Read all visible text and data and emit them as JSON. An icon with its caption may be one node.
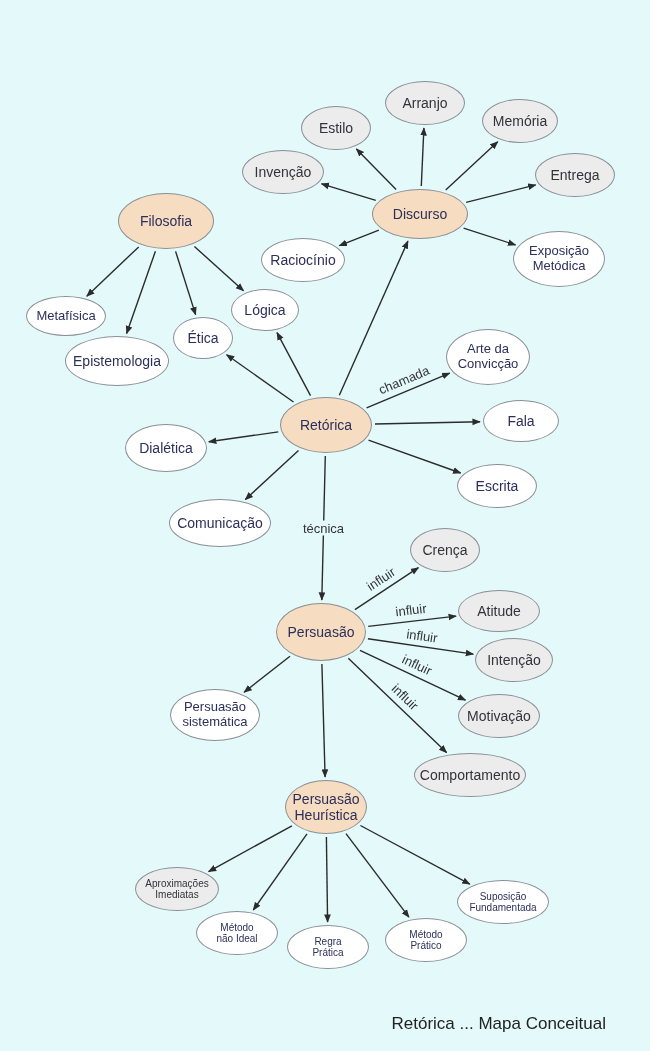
{
  "diagram": {
    "caption": "Retórica ... Mapa Conceitual",
    "nodes": [
      {
        "text": [
          "Discurso"
        ]
      },
      {
        "text": [
          "Arranjo"
        ]
      },
      {
        "text": [
          "Estilo"
        ]
      },
      {
        "text": [
          "Memória"
        ]
      },
      {
        "text": [
          "Invenção"
        ]
      },
      {
        "text": [
          "Entrega"
        ]
      },
      {
        "text": [
          "Raciocínio"
        ]
      },
      {
        "text": [
          "Exposição Metódica"
        ]
      },
      {
        "text": [
          "Filosofia"
        ]
      },
      {
        "text": [
          "Metafísica"
        ]
      },
      {
        "text": [
          "Epistemologia"
        ]
      },
      {
        "text": [
          "Ética"
        ]
      },
      {
        "text": [
          "Lógica"
        ]
      },
      {
        "text": [
          "Retórica"
        ]
      },
      {
        "text": [
          "Arte da Convicção"
        ]
      },
      {
        "text": [
          "Fala"
        ]
      },
      {
        "text": [
          "Escrita"
        ]
      },
      {
        "text": [
          "Dialética"
        ]
      },
      {
        "text": [
          "Comunicação"
        ]
      },
      {
        "text": [
          "Persuasão"
        ]
      },
      {
        "text": [
          "Crença"
        ]
      },
      {
        "text": [
          "Atitude"
        ]
      },
      {
        "text": [
          "Intenção"
        ]
      },
      {
        "text": [
          "Motivação"
        ]
      },
      {
        "text": [
          "Comportamento"
        ]
      },
      {
        "text": [
          "Persuasão sistemática"
        ]
      },
      {
        "text": [
          "Persuasão Heurística"
        ]
      },
      {
        "text": [
          "Aproximações Imediatas"
        ]
      },
      {
        "text": [
          "Método não Ideal"
        ]
      },
      {
        "text": [
          "Regra Prática"
        ]
      },
      {
        "text": [
          "Método Prático"
        ]
      },
      {
        "text": [
          "Suposição Fundamentada"
        ]
      }
    ],
    "edges": [
      {
        "from": 0,
        "to": 1,
        "arrow": "to"
      },
      {
        "from": 0,
        "to": 2,
        "arrow": "to"
      },
      {
        "from": 0,
        "to": 3,
        "arrow": "to"
      },
      {
        "from": 0,
        "to": 4,
        "arrow": "to"
      },
      {
        "from": 0,
        "to": 5,
        "arrow": "to"
      },
      {
        "from": 0,
        "to": 6,
        "arrow": "to"
      },
      {
        "from": 0,
        "to": 7,
        "arrow": "to"
      },
      {
        "from": 8,
        "to": 9,
        "arrow": "to"
      },
      {
        "from": 8,
        "to": 10,
        "arrow": "to"
      },
      {
        "from": 8,
        "to": 11,
        "arrow": "to"
      },
      {
        "from": 8,
        "to": 12,
        "arrow": "to"
      },
      {
        "from": 13,
        "to": 0,
        "arrow": "to"
      },
      {
        "from": 13,
        "to": 11,
        "arrow": "to"
      },
      {
        "from": 13,
        "to": 12,
        "arrow": "to"
      },
      {
        "from": 13,
        "to": 14,
        "arrow": "to",
        "label": "chamada"
      },
      {
        "from": 13,
        "to": 15,
        "arrow": "to"
      },
      {
        "from": 13,
        "to": 16,
        "arrow": "to"
      },
      {
        "from": 13,
        "to": 17,
        "arrow": "to"
      },
      {
        "from": 13,
        "to": 18,
        "arrow": "to"
      },
      {
        "from": 13,
        "to": 19,
        "arrow": "to",
        "label": "técnica"
      },
      {
        "from": 19,
        "to": 20,
        "arrow": "to",
        "label": "influir"
      },
      {
        "from": 19,
        "to": 21,
        "arrow": "to",
        "label": "influir"
      },
      {
        "from": 19,
        "to": 22,
        "arrow": "to",
        "label": "influir"
      },
      {
        "from": 19,
        "to": 23,
        "arrow": "to",
        "label": "influir"
      },
      {
        "from": 19,
        "to": 24,
        "arrow": "to",
        "label": "influir"
      },
      {
        "from": 19,
        "to": 25,
        "arrow": "to"
      },
      {
        "from": 19,
        "to": 26,
        "arrow": "to"
      },
      {
        "from": 26,
        "to": 27,
        "arrow": "to"
      },
      {
        "from": 26,
        "to": 28,
        "arrow": "to"
      },
      {
        "from": 26,
        "to": 29,
        "arrow": "to"
      },
      {
        "from": 26,
        "to": 30,
        "arrow": "to"
      },
      {
        "from": 26,
        "to": 31,
        "arrow": "to"
      }
    ]
  }
}
